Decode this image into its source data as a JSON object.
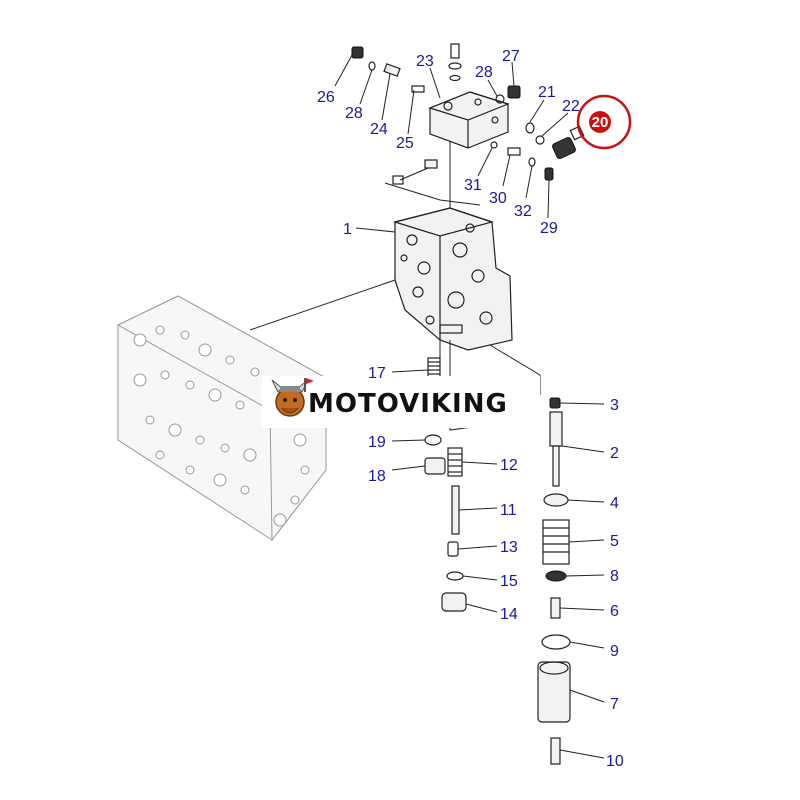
{
  "watermark": {
    "text": "MOTOVIKING"
  },
  "highlight": {
    "label": "20",
    "color": "#cc1111"
  },
  "callouts": {
    "c1": "1",
    "c2": "2",
    "c3": "3",
    "c4": "4",
    "c5": "5",
    "c6": "6",
    "c7": "7",
    "c8": "8",
    "c9": "9",
    "c10": "10",
    "c11": "11",
    "c12": "12",
    "c13": "13",
    "c14": "14",
    "c15": "15",
    "c17": "17",
    "c18": "18",
    "c19": "19",
    "c21": "21",
    "c22": "22",
    "c23": "23",
    "c24": "24",
    "c25": "25",
    "c26": "26",
    "c27": "27",
    "c28a": "28",
    "c28b": "28",
    "c29": "29",
    "c30": "30",
    "c31": "31",
    "c32": "32"
  },
  "colors": {
    "callout": "#1a1aa0",
    "line": "#222222",
    "ghost": "#9a9a9a"
  }
}
